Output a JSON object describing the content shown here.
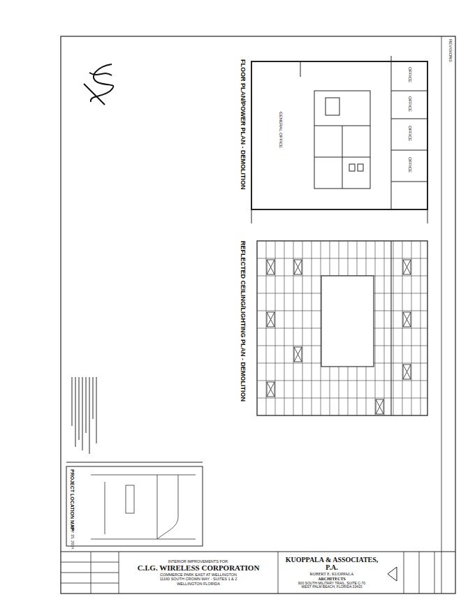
{
  "diagram": {
    "nodes": [
      {
        "text": [
          "INTERIOR IMPROVEMENTS FOR:",
          "C.I.G. WIRELESS CORPORATION",
          "COMMERCE PARK EAST AT WELLINGTON",
          "11160 SOUTH CROWN WAY - SUITES 1 & 2",
          "WELLINGTON FLORIDA"
        ]
      },
      {
        "text": [
          "KUOPPALA & ASSOCIATES, P.A.",
          "ROBERT E. KUOPPALA",
          "ARCHITECTS",
          "900 SOUTH MILITARY TRAIL, SUITE C-70",
          "WEST PALM BEACH, FLORIDA 33415"
        ]
      }
    ],
    "labels": [
      "FLOOR PLAN/POWER PLAN - DEMOLITION",
      "REFLECTED CEILING/LIGHTING PLAN - DEMOLITION",
      "GENERAL OFFICE",
      "OFFICE",
      "OFFICE",
      "OFFICE",
      "OFFICE",
      "PROJECT LOCATION MAP",
      "MAY 15, 2014",
      "REVISIONS"
    ]
  }
}
